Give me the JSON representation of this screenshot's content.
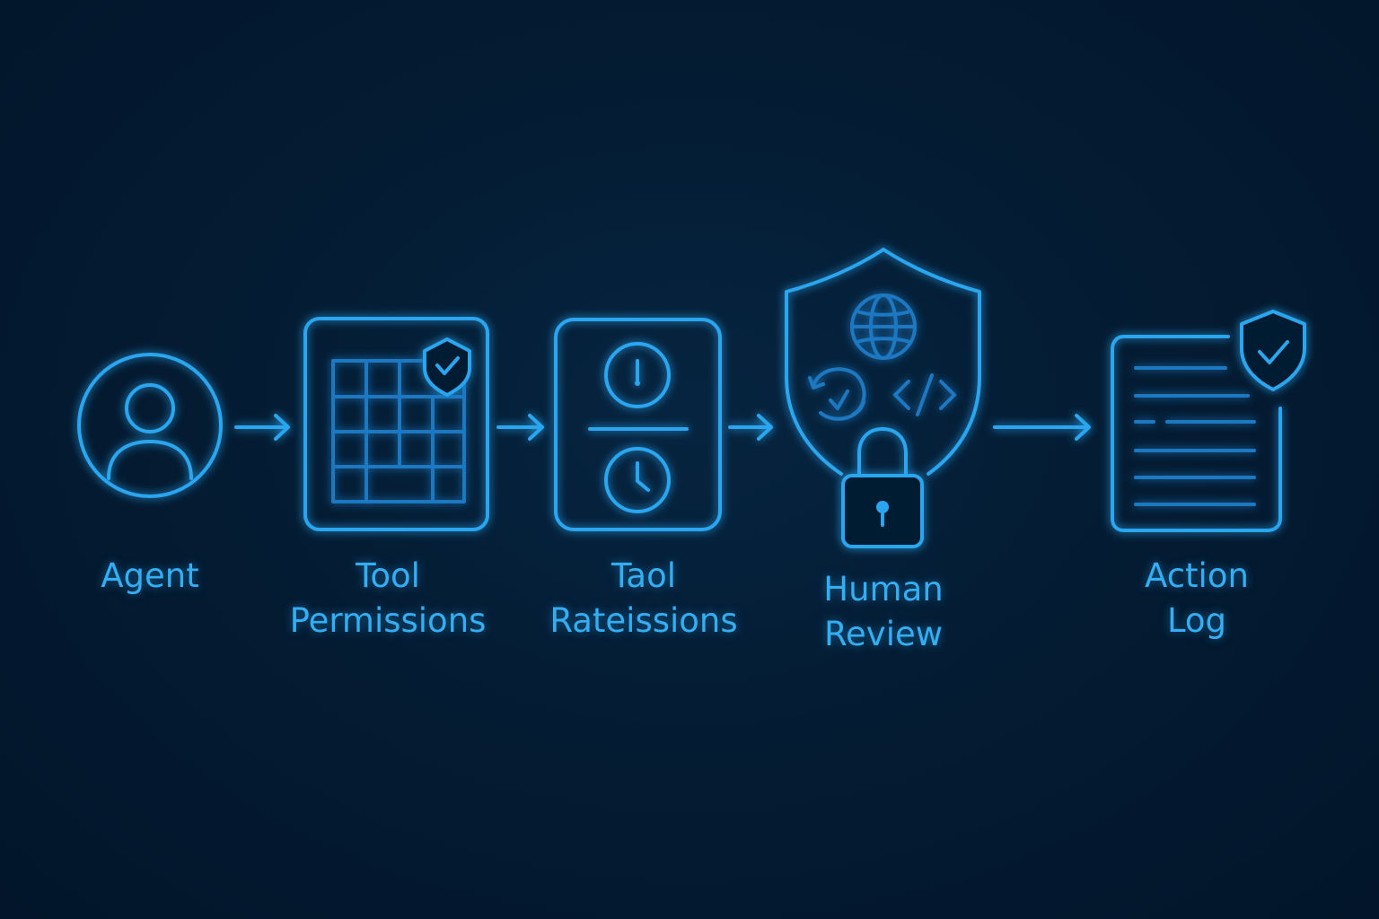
{
  "colors": {
    "background": "#031a30",
    "accent": "#29a6f0",
    "accent_dim": "#1e78c0"
  },
  "steps": [
    {
      "lines": [
        "Agent"
      ],
      "icon": "user-circle-icon"
    },
    {
      "lines": [
        "Tool",
        "Permissions"
      ],
      "icon": "permissions-grid-shield-icon"
    },
    {
      "lines": [
        "Taol",
        "Rateissions"
      ],
      "icon": "rate-limit-clocks-icon"
    },
    {
      "lines": [
        "Human",
        "Review"
      ],
      "icon": "shield-lock-review-icon"
    },
    {
      "lines": [
        "Action",
        "Log"
      ],
      "icon": "log-document-shield-icon"
    }
  ],
  "connectors": [
    "arrow-icon",
    "arrow-icon",
    "arrow-icon",
    "arrow-icon"
  ]
}
